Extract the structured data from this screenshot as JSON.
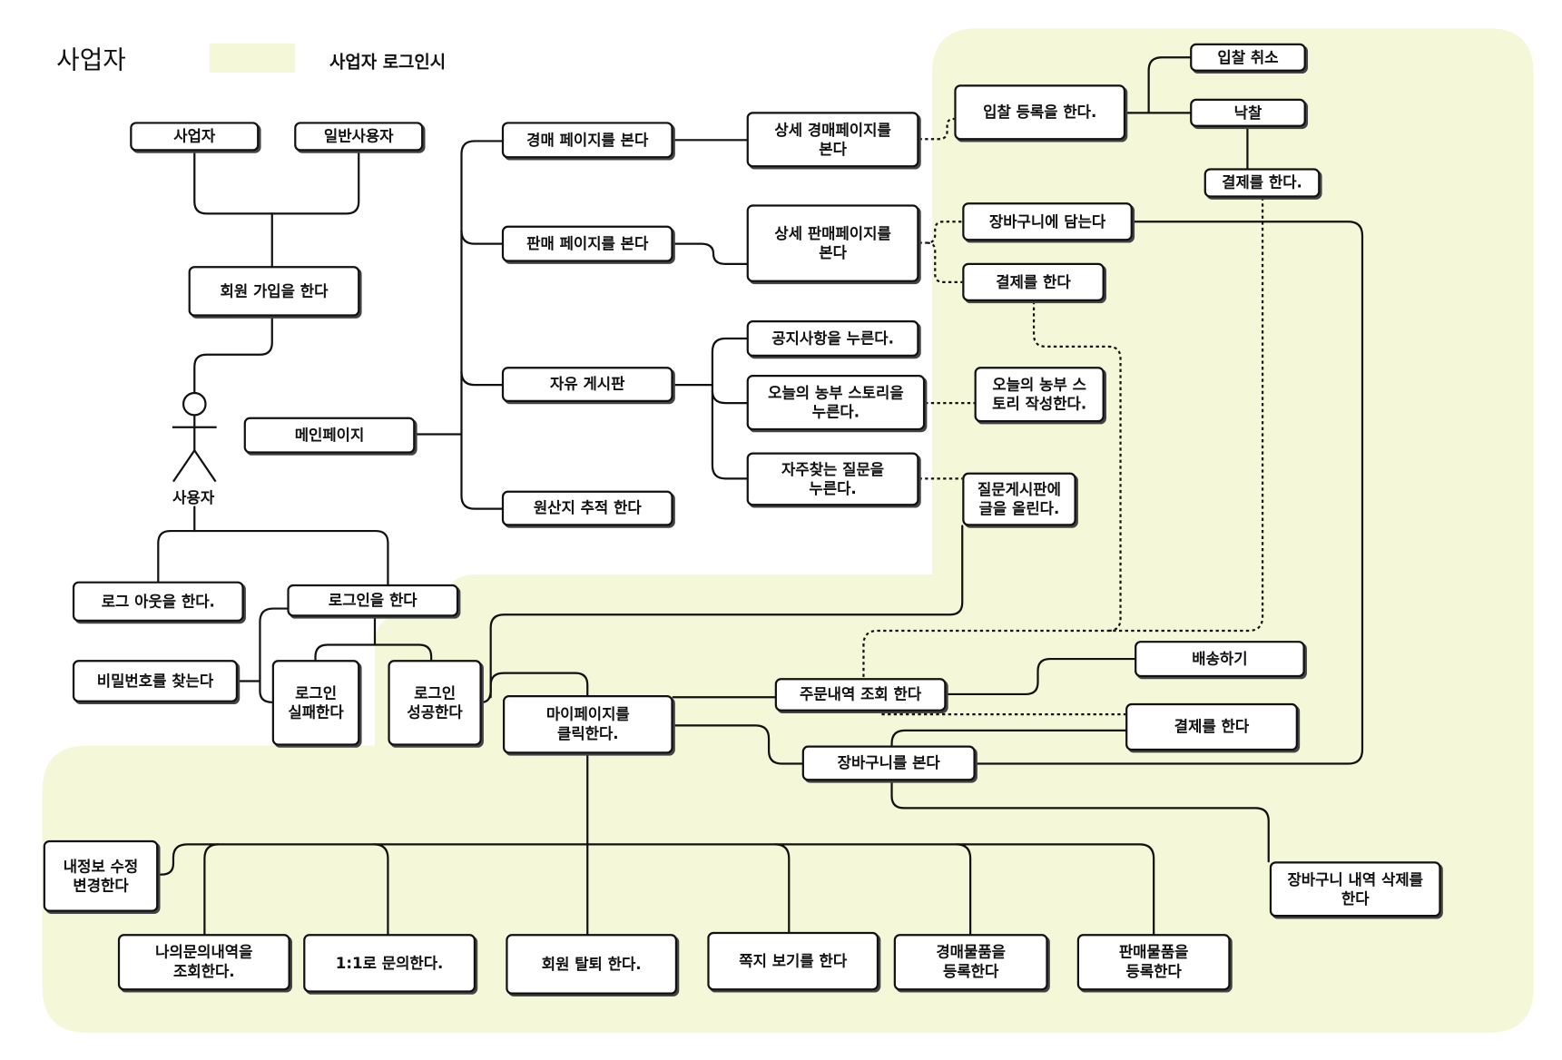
{
  "legend": {
    "title": "사업자",
    "swatch_label": "사업자 로그인시"
  },
  "colors": {
    "business_region": "#f4f8d8"
  },
  "actor": {
    "label": "사용자"
  },
  "nodes": {
    "business": {
      "lines": [
        "사업자"
      ]
    },
    "general_user": {
      "lines": [
        "일반사용자"
      ]
    },
    "signup": {
      "lines": [
        "회원 가입을 한다"
      ]
    },
    "main_page": {
      "lines": [
        "메인페이지"
      ]
    },
    "logout": {
      "lines": [
        "로그 아웃을 한다."
      ]
    },
    "login": {
      "lines": [
        "로그인을 한다"
      ]
    },
    "find_password": {
      "lines": [
        "비밀번호를 찾는다"
      ]
    },
    "login_fail": {
      "lines": [
        "로그인",
        "실패한다"
      ]
    },
    "login_success": {
      "lines": [
        "로그인",
        "성공한다"
      ]
    },
    "auction_page": {
      "lines": [
        "경매 페이지를 본다"
      ]
    },
    "sale_page": {
      "lines": [
        "판매 페이지를 본다"
      ]
    },
    "free_board": {
      "lines": [
        "자유 게시판"
      ]
    },
    "origin_trace": {
      "lines": [
        "원산지 추적 한다"
      ]
    },
    "auction_detail": {
      "lines": [
        "상세 경매페이지를",
        "본다"
      ]
    },
    "sale_detail": {
      "lines": [
        "상세 판매페이지를",
        "본다"
      ]
    },
    "notice": {
      "lines": [
        "공지사항을 누른다."
      ]
    },
    "farmer_story": {
      "lines": [
        "오늘의 농부 스토리을",
        "누른다."
      ]
    },
    "faq": {
      "lines": [
        "자주찾는 질문을",
        "누른다."
      ]
    },
    "bid_register": {
      "lines": [
        "입찰 등록을 한다."
      ]
    },
    "bid_cancel": {
      "lines": [
        "입찰 취소"
      ]
    },
    "bid_won": {
      "lines": [
        "낙찰"
      ]
    },
    "bid_payment": {
      "lines": [
        "결제를 한다."
      ]
    },
    "add_to_cart": {
      "lines": [
        "장바구니에 담는다"
      ]
    },
    "sale_payment": {
      "lines": [
        "결제를 한다"
      ]
    },
    "write_farmer_story": {
      "lines": [
        "오늘의 농부 스",
        "토리 작성한다."
      ]
    },
    "post_question": {
      "lines": [
        "질문게시판에",
        "글을 올린다."
      ]
    },
    "delivery": {
      "lines": [
        "배송하기"
      ]
    },
    "order_history": {
      "lines": [
        "주문내역 조회 한다"
      ]
    },
    "mypage": {
      "lines": [
        "마이페이지를",
        "클릭한다."
      ]
    },
    "cart_payment": {
      "lines": [
        "결제를 한다"
      ]
    },
    "view_cart": {
      "lines": [
        "장바구니를 본다"
      ]
    },
    "delete_cart_item": {
      "lines": [
        "장바구니 내역 삭제를",
        "한다"
      ]
    },
    "edit_profile": {
      "lines": [
        "내정보 수정",
        "변경한다"
      ]
    },
    "my_inquiries": {
      "lines": [
        "나의문의내역을",
        "조회한다."
      ]
    },
    "one_on_one": {
      "lines": [
        "1:1로 문의한다."
      ]
    },
    "withdraw": {
      "lines": [
        "회원 탈퇴 한다."
      ]
    },
    "messages": {
      "lines": [
        "쪽지 보기를 한다"
      ]
    },
    "register_auction_item": {
      "lines": [
        "경매물품을",
        "등록한다"
      ]
    },
    "register_sale_item": {
      "lines": [
        "판매물품을",
        "등록한다"
      ]
    }
  }
}
